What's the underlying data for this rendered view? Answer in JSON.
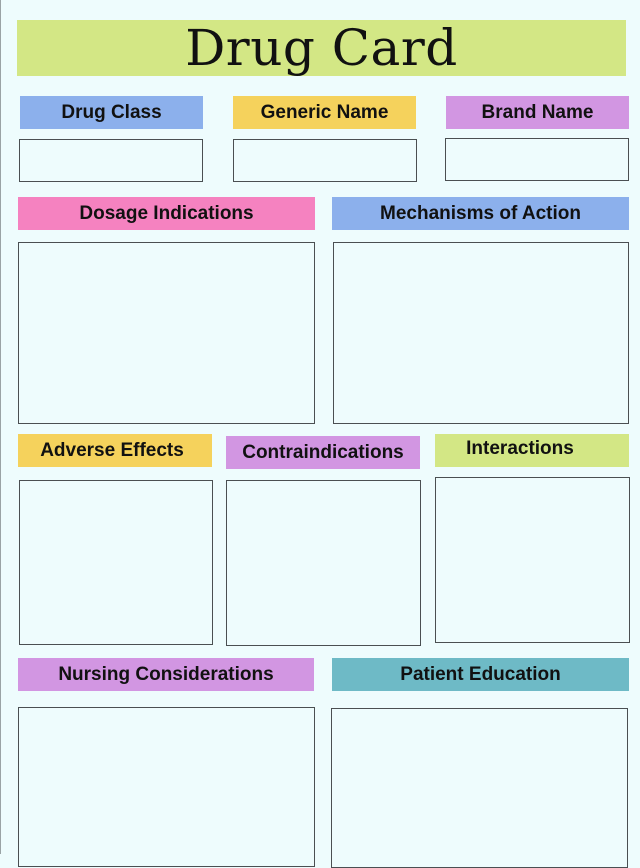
{
  "title": "Drug Card",
  "colors": {
    "background": "#eefcfd",
    "title_bar": "#d3e785",
    "blue": "#8cb0ec",
    "yellow": "#f5d25c",
    "purple": "#d296e2",
    "pink": "#f582c0",
    "green": "#d3e785",
    "teal": "#6ebac6"
  },
  "sections": {
    "drug_class": {
      "label": "Drug Class"
    },
    "generic_name": {
      "label": "Generic Name"
    },
    "brand_name": {
      "label": "Brand Name"
    },
    "dosage_indications": {
      "label": "Dosage Indications"
    },
    "mechanisms_of_action": {
      "label": "Mechanisms of Action"
    },
    "adverse_effects": {
      "label": "Adverse Effects"
    },
    "contraindications": {
      "label": "Contraindications"
    },
    "interactions": {
      "label": "Interactions"
    },
    "nursing_considerations": {
      "label": "Nursing Considerations"
    },
    "patient_education": {
      "label": "Patient Education"
    }
  }
}
